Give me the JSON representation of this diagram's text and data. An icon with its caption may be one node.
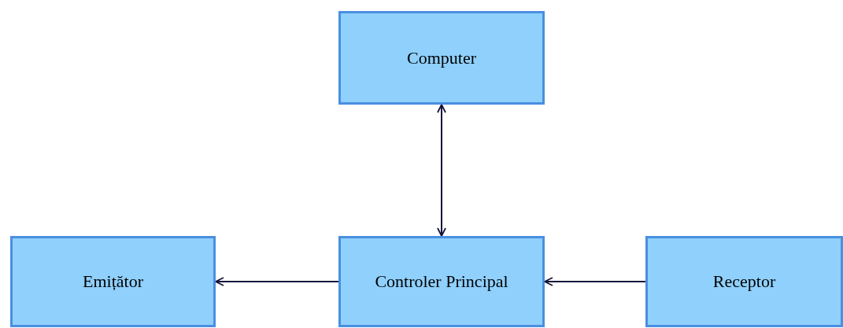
{
  "diagram": {
    "nodes": [
      {
        "text": [
          "Computer"
        ]
      },
      {
        "text": [
          "Emițător"
        ]
      },
      {
        "text": [
          "Controler Principal"
        ]
      },
      {
        "text": [
          "Receptor"
        ]
      }
    ],
    "edges": [
      {
        "from": 0,
        "to": 2,
        "arrow": "both"
      },
      {
        "from": 2,
        "to": 1,
        "arrow": "to"
      },
      {
        "from": 3,
        "to": 2,
        "arrow": "to"
      }
    ]
  }
}
